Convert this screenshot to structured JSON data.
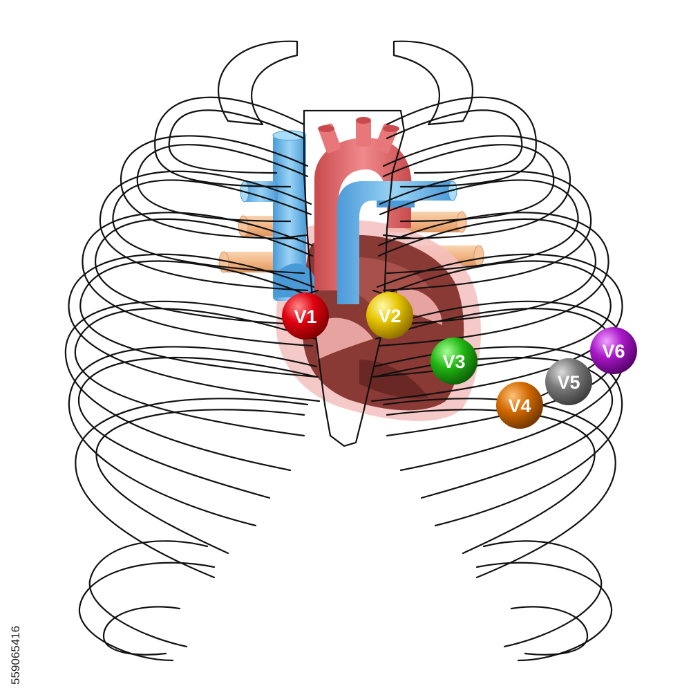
{
  "leads": [
    {
      "id": "V1",
      "label": "V1",
      "color": "#d4000a"
    },
    {
      "id": "V2",
      "label": "V2",
      "color": "#e8c800"
    },
    {
      "id": "V3",
      "label": "V3",
      "color": "#22b814"
    },
    {
      "id": "V4",
      "label": "V4",
      "color": "#d26a00"
    },
    {
      "id": "V5",
      "label": "V5",
      "color": "#7a7a7a"
    },
    {
      "id": "V6",
      "label": "V6",
      "color": "#a818c8"
    }
  ],
  "colors": {
    "heart": "#7a2e2a",
    "heart_outline": "#f3b8b8",
    "aorta": "#e8777a",
    "vena_cava": "#78c2f0",
    "pulmonary_vein": "#f5c49a",
    "rib_stroke": "#111111"
  },
  "stock_id": "559065416"
}
